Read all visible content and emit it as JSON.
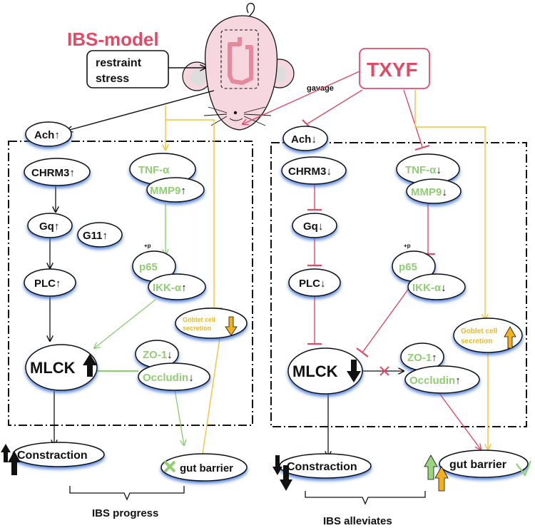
{
  "colors": {
    "black": "#111111",
    "green": "#8fce72",
    "yellow": "#f2c33a",
    "red": "#e24a66",
    "shadow": "#3b6fd6",
    "mouse_body": "#f7d7df",
    "mouse_colon": "#e58a9c"
  },
  "header": {
    "model_title": "IBS-model",
    "restraint_line1": "restraint",
    "restraint_line2": "stress",
    "drug_title": "TXYF",
    "gavage": "gavage"
  },
  "left_panel": {
    "ach": "Ach",
    "chrm3": "CHRM3",
    "gq": "Gq",
    "g11": "G11",
    "plc": "PLC",
    "mlck": "MLCK",
    "tnf": "TNF-α",
    "mmp9": "MMP9",
    "p65": "p65",
    "p65_mark": "+p",
    "ikk": "IKK-α",
    "goblet_line1": "Goblet cell",
    "goblet_line2": "secretion",
    "zo1": "ZO-1",
    "occludin": "Occludin",
    "contraction": "Constraction",
    "gut_barrier": "gut barrier",
    "caption": "IBS progress"
  },
  "right_panel": {
    "ach": "Ach",
    "chrm3": "CHRM3",
    "gq": "Gq",
    "plc": "PLC",
    "mlck": "MLCK",
    "tnf": "TNF-α",
    "mmp9": "MMP9",
    "p65": "p65",
    "p65_mark": "+p",
    "ikk": "IKK-α",
    "goblet_line1": "Goblet cell",
    "goblet_line2": "secretion",
    "zo1": "ZO-1",
    "occludin": "Occludin",
    "contraction": "Constraction",
    "gut_barrier": "gut barrier",
    "caption": "IBS alleviates"
  },
  "arrows": {
    "up": "↑",
    "down": "↓"
  }
}
